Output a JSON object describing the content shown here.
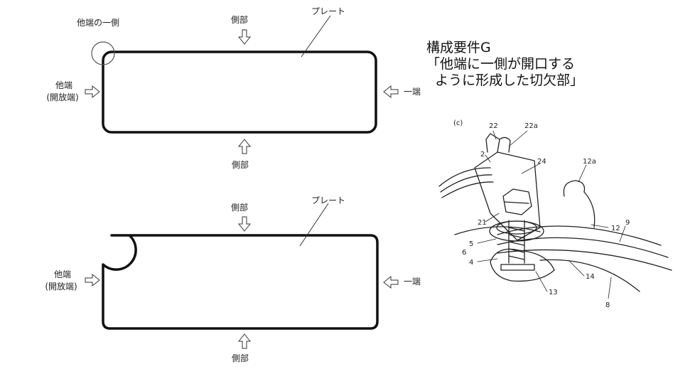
{
  "top_diagram": {
    "corner_label": "他端の一側",
    "side_top": "側部",
    "side_bottom": "側部",
    "plate": "プレート",
    "other_end": "他端",
    "open_end": "(開放端)",
    "one_end": "一端"
  },
  "bottom_diagram": {
    "side_top": "側部",
    "side_bottom": "側部",
    "plate": "プレート",
    "other_end": "他端",
    "open_end": "(開放端)",
    "one_end": "一端"
  },
  "requirement": {
    "line1": "構成要件G",
    "line2": "「他端に一側が開口する",
    "line3": "  ように形成した切欠部」"
  },
  "figure": {
    "caption": "(c)",
    "labels": [
      "22",
      "22a",
      "2",
      "24",
      "12a",
      "21",
      "5",
      "6",
      "4",
      "12",
      "9",
      "13",
      "14",
      "8"
    ]
  }
}
